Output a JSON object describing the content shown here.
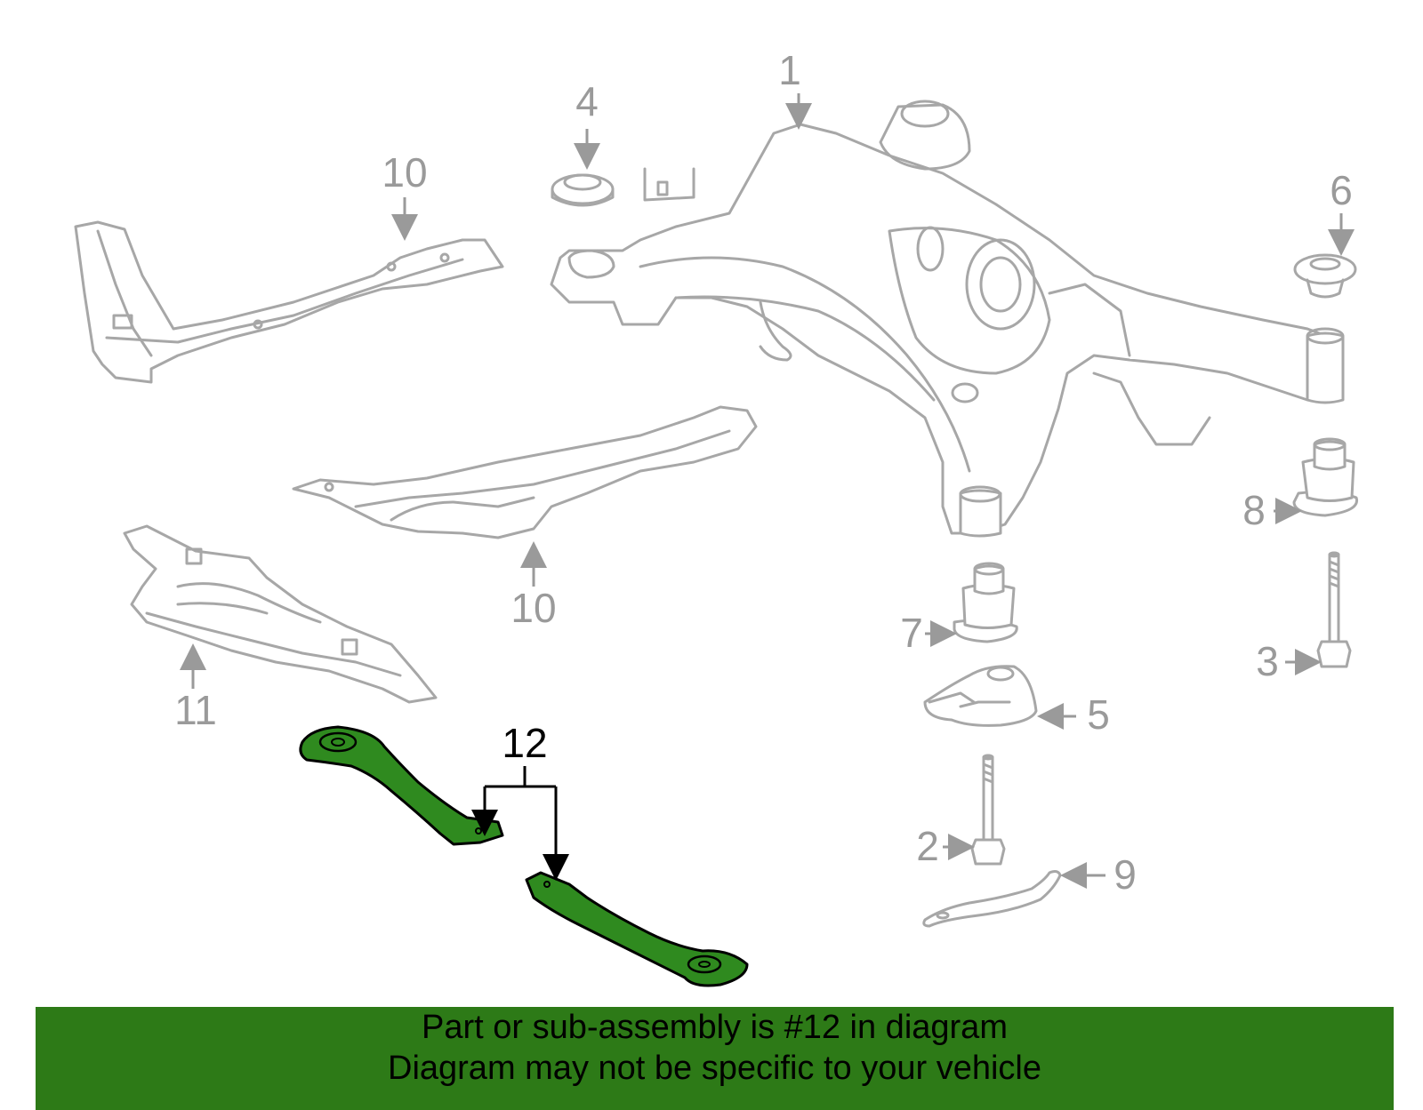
{
  "callouts": {
    "c1": "1",
    "c2": "2",
    "c3": "3",
    "c4": "4",
    "c5": "5",
    "c6": "6",
    "c7": "7",
    "c8": "8",
    "c9": "9",
    "c10a": "10",
    "c10b": "10",
    "c11": "11",
    "c12": "12"
  },
  "banner": {
    "line1": "Part or sub-assembly is #12 in diagram",
    "line2": "Diagram may not be specific to your vehicle"
  },
  "colors": {
    "highlight_part": "#2f8a1f",
    "banner_background": "#2d7a17",
    "other_parts": "#a7a7a7"
  }
}
